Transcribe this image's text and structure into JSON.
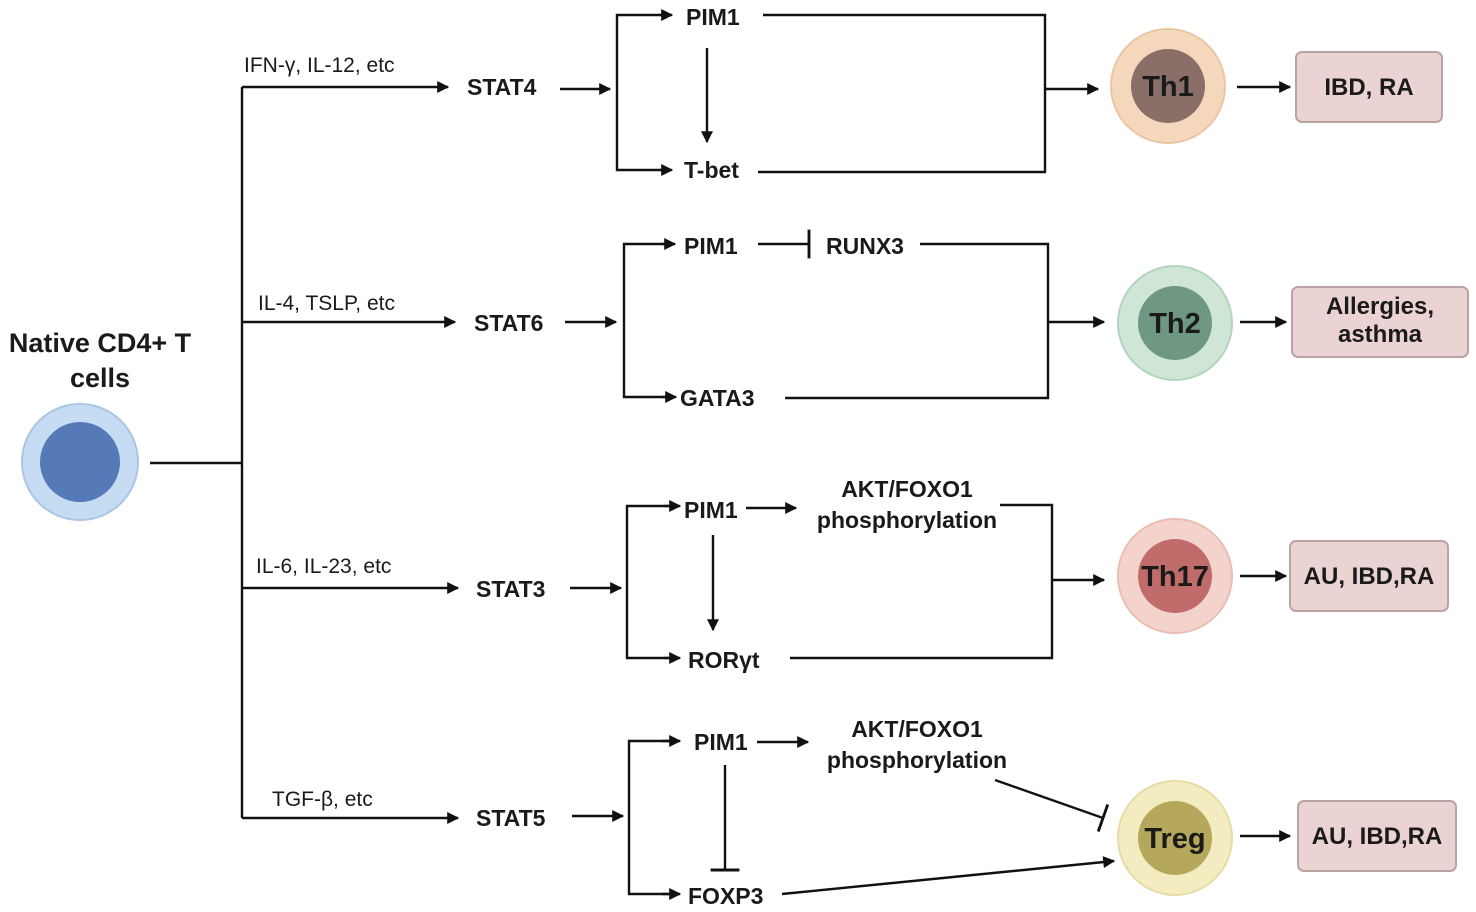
{
  "source_cell": {
    "label_line1": "Native CD4+ T",
    "label_line2": "cells",
    "color_outer": "#c6dcf2",
    "color_inner": "#5679b8"
  },
  "pathways": [
    {
      "id": "th1",
      "cytokines": "IFN-γ, IL-12, etc",
      "stat": "STAT4",
      "upper_factor": "PIM1",
      "lower_factor": "T-bet",
      "cell": "Th1",
      "cell_outer": "#f5d7bb",
      "cell_inner": "#8a6e68",
      "disease": [
        "IBD, RA"
      ]
    },
    {
      "id": "th2",
      "cytokines": "IL-4, TSLP, etc",
      "stat": "STAT6",
      "upper_factor": "PIM1",
      "inhibited_factor": "RUNX3",
      "lower_factor": "GATA3",
      "cell": "Th2",
      "cell_outer": "#cfe6d6",
      "cell_inner": "#6f9882",
      "disease": [
        "Allergies,",
        "asthma"
      ]
    },
    {
      "id": "th17",
      "cytokines": "IL-6, IL-23, etc",
      "stat": "STAT3",
      "upper_factor": "PIM1",
      "target_line1": "AKT/FOXO1",
      "target_line2": "phosphorylation",
      "lower_factor": "RORγt",
      "cell": "Th17",
      "cell_outer": "#f5d3cd",
      "cell_inner": "#c06c6a",
      "disease": [
        "AU, IBD,RA"
      ]
    },
    {
      "id": "treg",
      "cytokines": "TGF-β, etc",
      "stat": "STAT5",
      "upper_factor": "PIM1",
      "target_line1": "AKT/FOXO1",
      "target_line2": "phosphorylation",
      "lower_factor": "FOXP3",
      "cell": "Treg",
      "cell_outer": "#f3ecc0",
      "cell_inner": "#b5a85c",
      "disease": [
        "AU, IBD,RA"
      ]
    }
  ],
  "disease_box_fill": "#ecd3d3",
  "disease_box_stroke": "#b9a3a3"
}
